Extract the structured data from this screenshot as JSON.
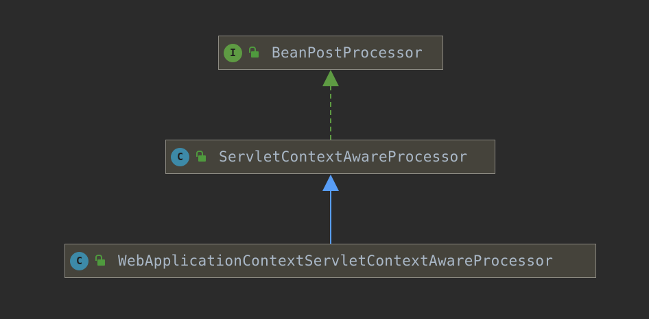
{
  "nodes": [
    {
      "kind": "interface",
      "badge": "I",
      "label": "BeanPostProcessor",
      "lock_icon": "open-lock-icon"
    },
    {
      "kind": "class",
      "badge": "C",
      "label": "ServletContextAwareProcessor",
      "lock_icon": "open-lock-icon"
    },
    {
      "kind": "class",
      "badge": "C",
      "label": "WebApplicationContextServletContextAwareProcessor",
      "lock_icon": "open-lock-icon"
    }
  ],
  "edges": [
    {
      "from": "ServletContextAwareProcessor",
      "to": "BeanPostProcessor",
      "type": "implements",
      "style": "dashed",
      "color": "#5e9b43"
    },
    {
      "from": "WebApplicationContextServletContextAwareProcessor",
      "to": "ServletContextAwareProcessor",
      "type": "extends",
      "style": "solid",
      "color": "#589df6"
    }
  ],
  "colors": {
    "background": "#2b2b2b",
    "node_fill": "#45433b",
    "node_border": "#8c8a82",
    "label_text": "#a9b7c6",
    "interface_badge": "#5e9b43",
    "class_badge": "#3d8aa8",
    "lock": "#4f9a3e"
  }
}
